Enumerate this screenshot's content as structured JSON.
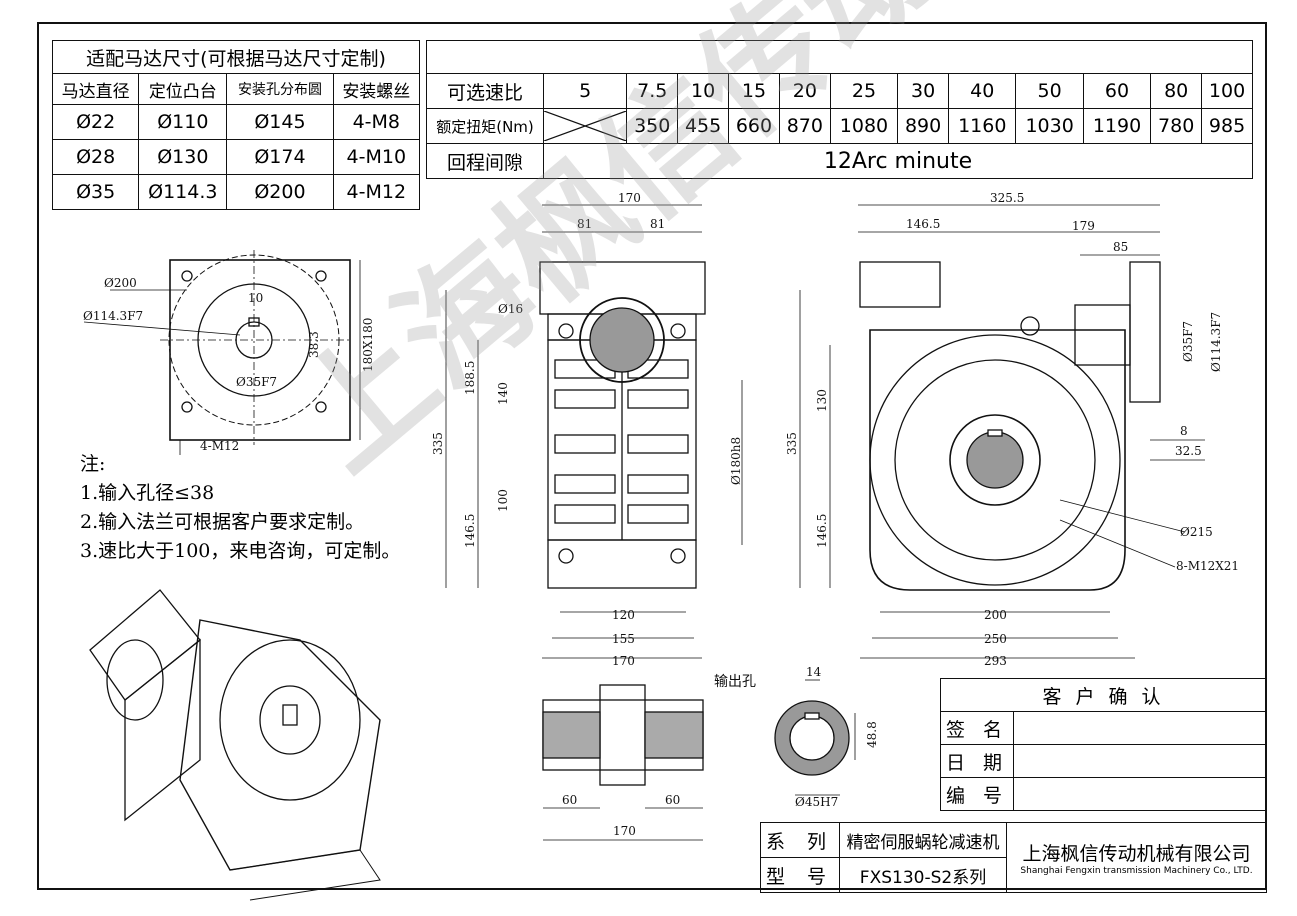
{
  "motor_table": {
    "title": "适配马达尺寸(可根据马达尺寸定制)",
    "headers": [
      "马达直径",
      "定位凸台",
      "安装孔分布圆",
      "安装螺丝"
    ],
    "rows": [
      [
        "Ø22",
        "Ø110",
        "Ø145",
        "4-M8"
      ],
      [
        "Ø28",
        "Ø130",
        "Ø174",
        "4-M10"
      ],
      [
        "Ø35",
        "Ø114.3",
        "Ø200",
        "4-M12"
      ]
    ]
  },
  "ratio_table": {
    "ratio_label": "可选速比",
    "ratios": [
      "5",
      "7.5",
      "10",
      "15",
      "20",
      "25",
      "30",
      "40",
      "50",
      "60",
      "80",
      "100"
    ],
    "torque_label": "额定扭矩(Nm)",
    "torques": [
      "",
      "350",
      "455",
      "660",
      "870",
      "1080",
      "890",
      "1160",
      "1030",
      "1190",
      "780",
      "985"
    ],
    "backlash_label": "回程间隙",
    "backlash_value": "12Arc minute"
  },
  "notes": {
    "title": "注:",
    "items": [
      "1.输入孔径≤38",
      "2.输入法兰可根据客户要求定制。",
      "3.速比大于100，来电咨询，可定制。"
    ]
  },
  "dims": {
    "flange": [
      "Ø200",
      "Ø114.3F7",
      "10",
      "38.3",
      "180X180",
      "Ø35F7",
      "4-M12"
    ],
    "front": [
      "170",
      "81",
      "81",
      "Ø16",
      "188.5",
      "140",
      "335",
      "100",
      "146.5",
      "Ø180h8",
      "120",
      "155",
      "170"
    ],
    "side": [
      "325.5",
      "146.5",
      "179",
      "85",
      "Ø35F7",
      "Ø114.3F7",
      "130",
      "335",
      "8",
      "32.5",
      "146.5",
      "Ø215",
      "8-M12X21",
      "200",
      "250",
      "293"
    ],
    "output": [
      "输出孔",
      "60",
      "60",
      "170",
      "14",
      "48.8",
      "Ø45H7"
    ]
  },
  "confirm": {
    "title": "客 户 确 认",
    "rows": [
      "签 名",
      "日 期",
      "编 号"
    ]
  },
  "title_block": {
    "series_label": "系 列",
    "series_value": "精密伺服蜗轮减速机",
    "model_label": "型 号",
    "model_value": "FXS130-S2系列",
    "company_cn": "上海枫信传动机械有限公司",
    "company_en": "Shanghai Fengxin transmission Machinery Co., LTD."
  },
  "watermark": "上海枫信传动机械有限公司"
}
